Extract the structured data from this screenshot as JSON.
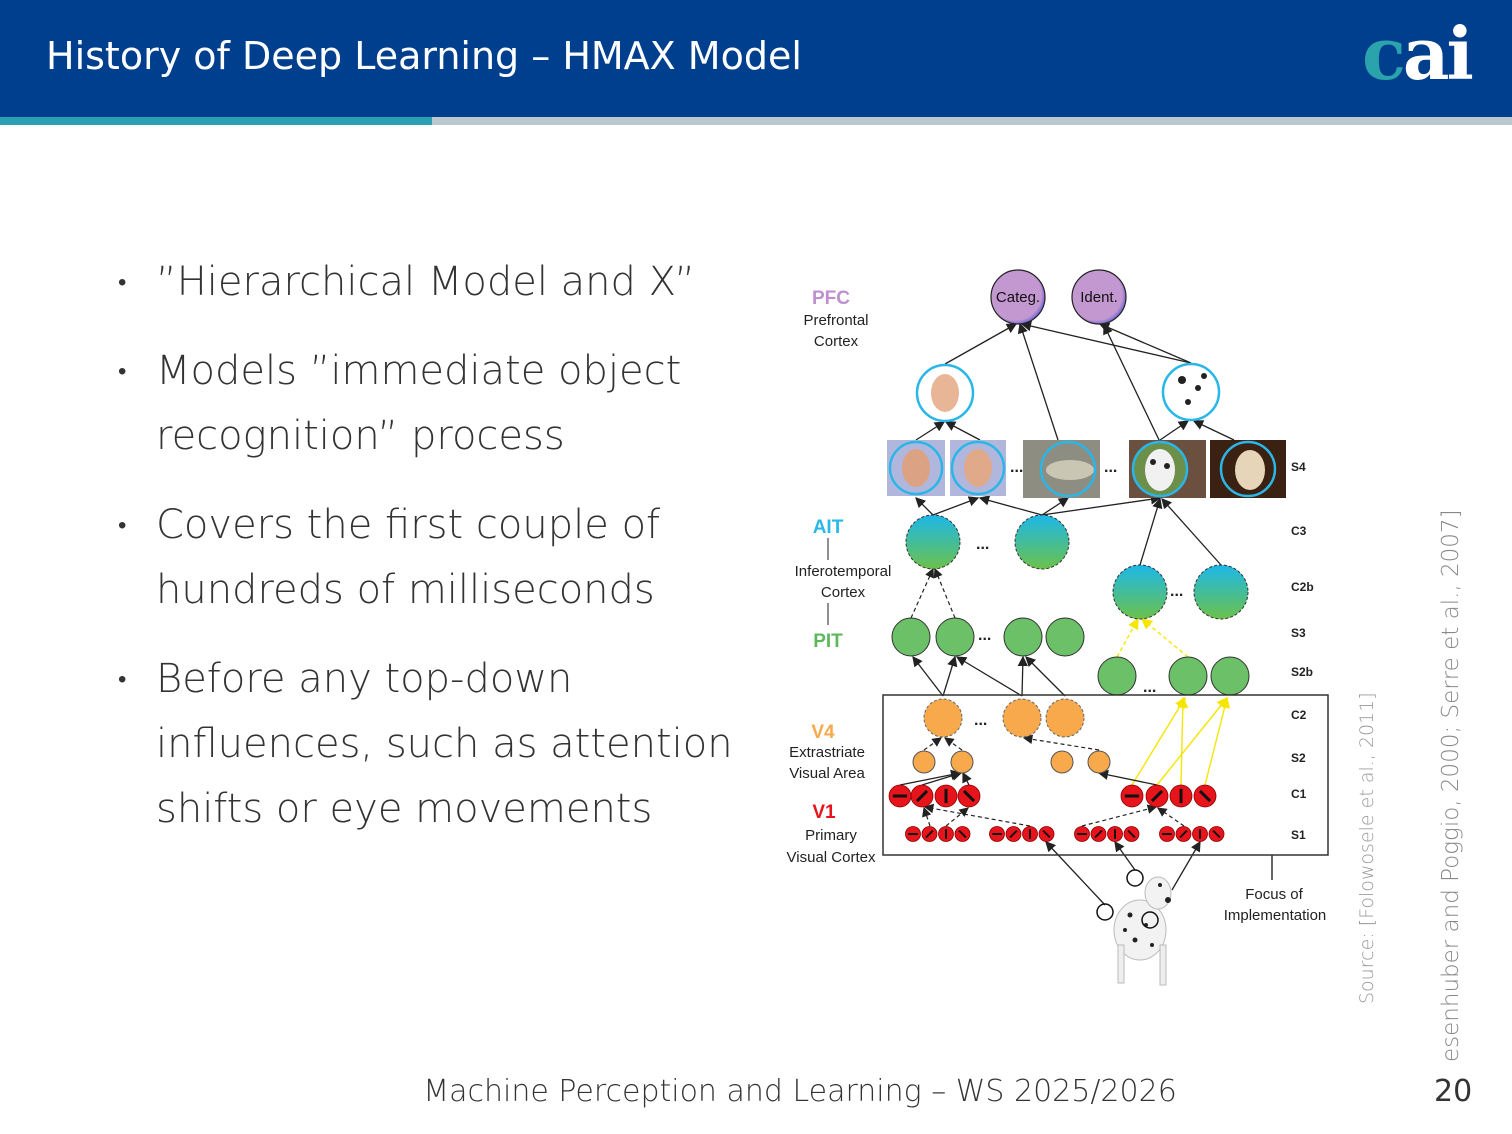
{
  "header": {
    "title": "History of Deep Learning – HMAX Model",
    "logo_c": "c",
    "logo_ai": "ai",
    "colors": {
      "background": "#003f8e",
      "accent_bar": "#2aa0b2",
      "grey_bar": "#b9c9cd",
      "logo_teal": "#2aa3ac"
    }
  },
  "bullets": [
    "”Hierarchical Model and X”",
    "Models ”immediate object recognition” process",
    "Covers the first couple of hundreds of milliseconds",
    "Before any top-down influences, such as attention shifts or eye movements"
  ],
  "diagram": {
    "regions": {
      "pfc": {
        "abbr": "PFC",
        "line1": "Prefrontal",
        "line2": "Cortex",
        "color": "#c08fd0"
      },
      "ait": {
        "abbr": "AIT",
        "color": "#2ab8e6"
      },
      "it": {
        "line1": "Inferotemporal",
        "line2": "Cortex"
      },
      "pit": {
        "abbr": "PIT",
        "color": "#5cb85c"
      },
      "v4": {
        "abbr": "V4",
        "line1": "Extrastriate",
        "line2": "Visual Area",
        "color": "#f7a94b"
      },
      "v1": {
        "abbr": "V1",
        "line1": "Primary",
        "line2": "Visual Cortex",
        "color": "#e8141c"
      }
    },
    "top_units": [
      "Categ.",
      "Ident."
    ],
    "layers": [
      "S4",
      "C3",
      "C2b",
      "S3",
      "S2b",
      "C2",
      "S2",
      "C1",
      "S1"
    ],
    "focus": {
      "line1": "Focus of",
      "line2": "Implementation"
    },
    "ellipsis": "..."
  },
  "sources": {
    "primary": "Source: [Folowosele et al., 2011]",
    "secondary": "esenhuber and Poggio, 2000; Serre et al., 2007]"
  },
  "footer": {
    "course": "Machine Perception and Learning – WS 2025/2026",
    "page": "20"
  }
}
